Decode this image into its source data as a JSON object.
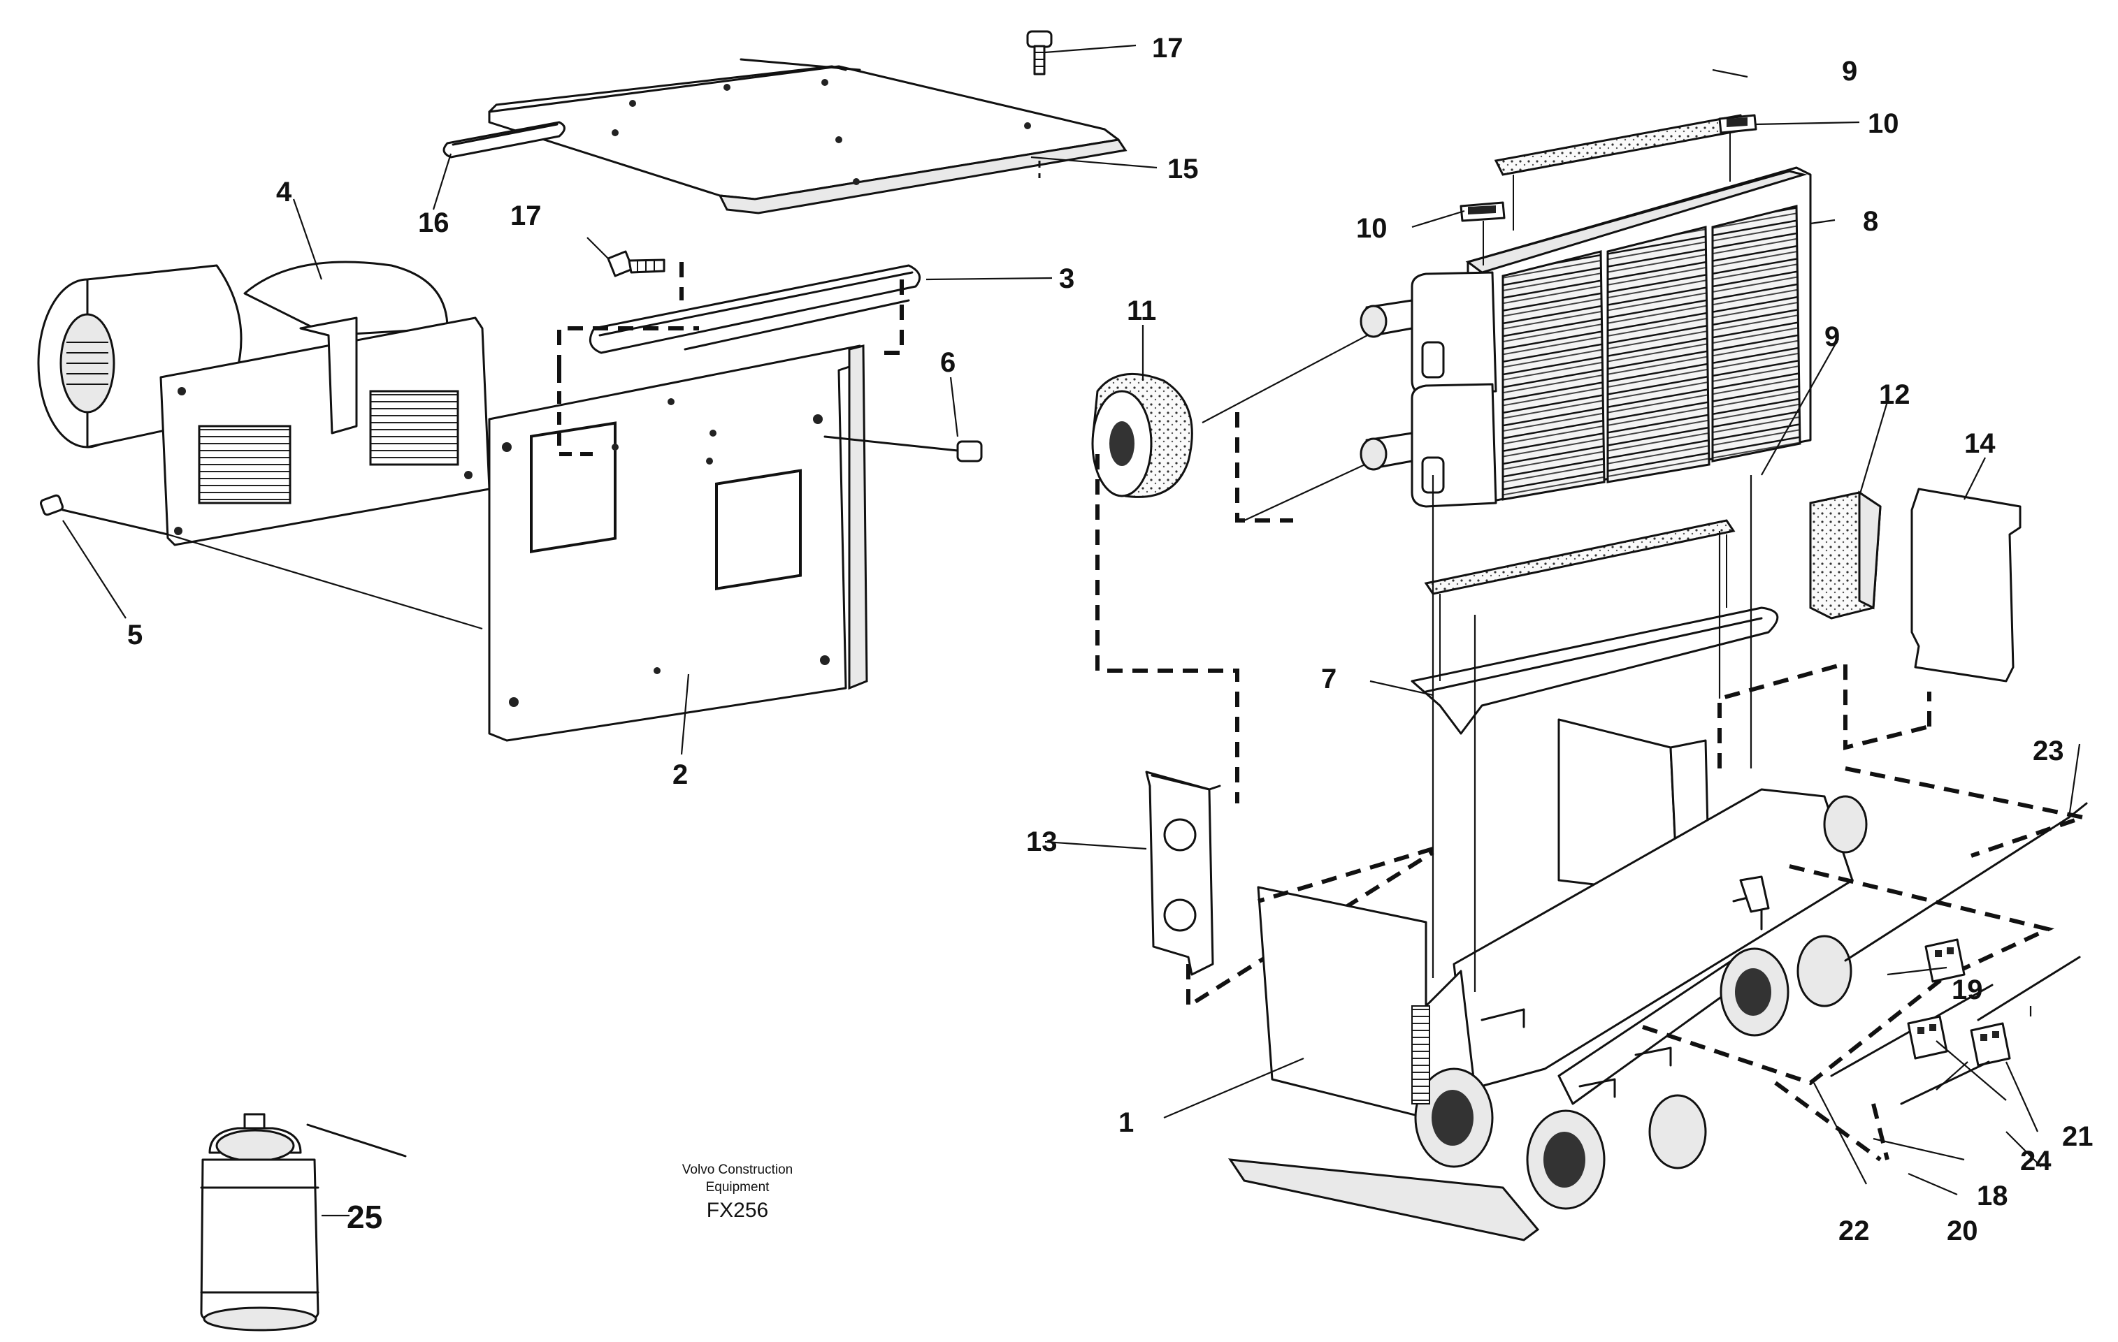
{
  "caption": {
    "line1": "Volvo Construction",
    "line2": "Equipment",
    "code": "FX256"
  },
  "callouts": {
    "p1": "1",
    "p2": "2",
    "p3": "3",
    "p4": "4",
    "p5": "5",
    "p6": "6",
    "p7": "7",
    "p8": "8",
    "p9a": "9",
    "p9b": "9",
    "p10a": "10",
    "p10b": "10",
    "p11": "11",
    "p12": "12",
    "p13": "13",
    "p14": "14",
    "p15": "15",
    "p16": "16",
    "p17a": "17",
    "p17b": "17",
    "p18": "18",
    "p19": "19",
    "p20": "20",
    "p21": "21",
    "p22": "22",
    "p23": "23",
    "p24": "24",
    "p25": "25"
  }
}
